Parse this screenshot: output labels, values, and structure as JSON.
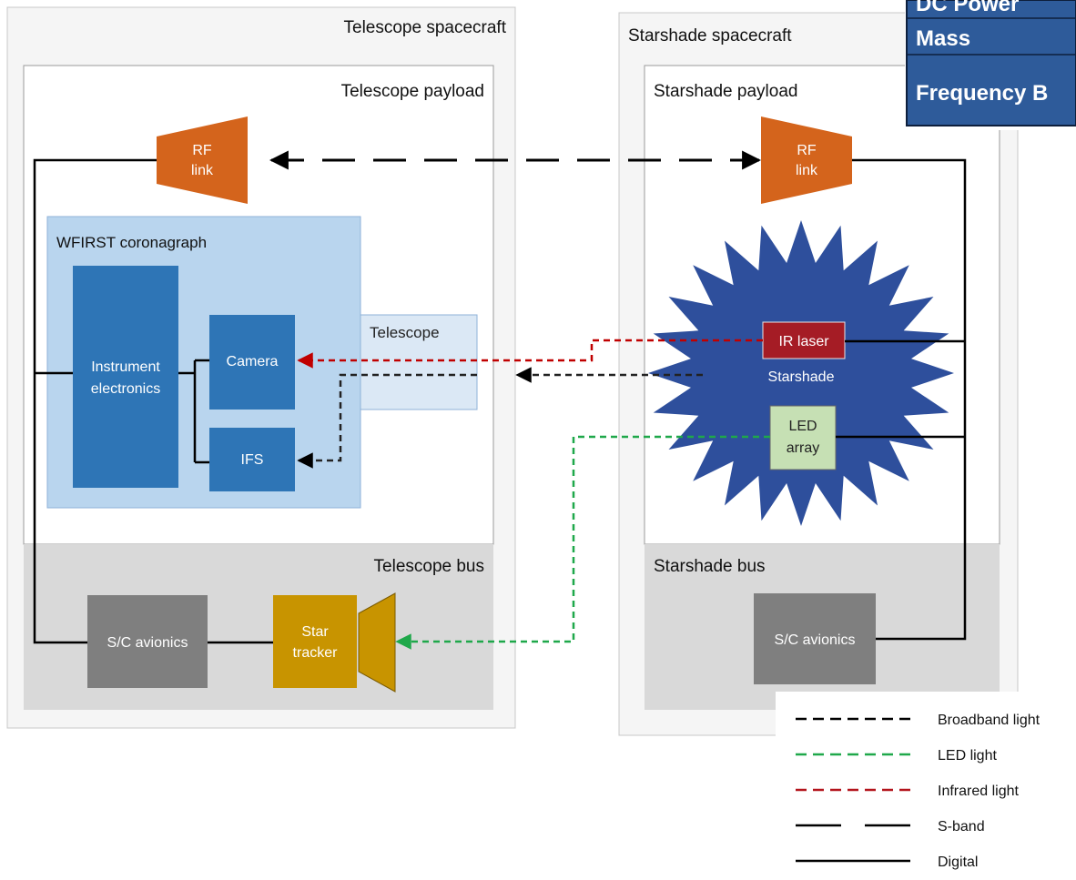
{
  "telescope_spacecraft": {
    "title": "Telescope spacecraft",
    "payload": {
      "title": "Telescope payload",
      "rf_link": [
        "RF",
        "link"
      ],
      "coronagraph": {
        "title": "WFIRST coronagraph",
        "instrument_electronics": [
          "Instrument",
          "electronics"
        ],
        "camera": "Camera",
        "ifs": "IFS"
      },
      "telescope": "Telescope"
    },
    "bus": {
      "title": "Telescope bus",
      "avionics": "S/C avionics",
      "star_tracker": [
        "Star",
        "tracker"
      ]
    }
  },
  "starshade_spacecraft": {
    "title": "Starshade spacecraft",
    "payload": {
      "title": "Starshade payload",
      "rf_link": [
        "RF",
        "link"
      ],
      "starshade": "Starshade",
      "ir_laser": "IR laser",
      "led_array": [
        "LED",
        "array"
      ]
    },
    "bus": {
      "title": "Starshade bus",
      "avionics": "S/C avionics"
    }
  },
  "table_fragment": [
    "DC Power",
    "Mass",
    "Frequency B"
  ],
  "legend": [
    {
      "label": "Broadband light",
      "color": "#000000"
    },
    {
      "label": "LED light",
      "color": "#1fa84a"
    },
    {
      "label": "Infrared light",
      "color": "#b3141c"
    },
    {
      "label": "S-band",
      "color": "#000000"
    },
    {
      "label": "Digital",
      "color": "#000000"
    }
  ],
  "colors": {
    "rf_link": "#d4641c",
    "coronagraph_bg": "#b9d5ee",
    "block_blue": "#2e75b6",
    "telescope_bg": "#dbe8f5",
    "starshade": "#2e4f9c",
    "ir_laser": "#a51c25",
    "led_array": "#c6e0b4",
    "bus_bg": "#d9d9d9",
    "avionics": "#7f7f7f",
    "star_tracker": "#c89400",
    "table_header": "#2e5b9a"
  }
}
